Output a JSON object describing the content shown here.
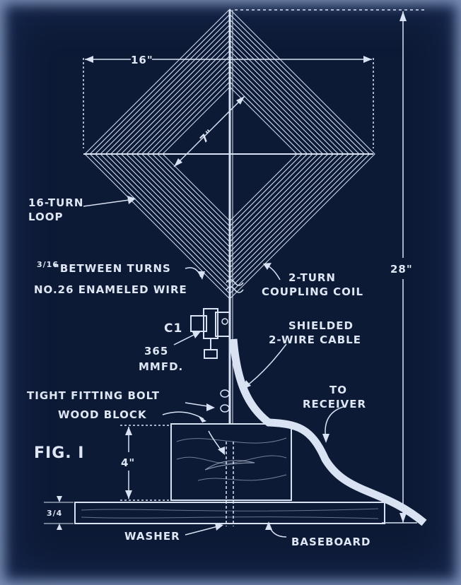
{
  "figure_label": "FIG. I",
  "dimensions": {
    "loop_width": "16\"",
    "inner_width": "7\"",
    "overall_height": "28\"",
    "block_height": "4\"",
    "base_thickness": "3/4"
  },
  "labels": {
    "loop_line1": "16-TURN",
    "loop_line2": "LOOP",
    "spacing_frac": "3/16",
    "spacing_text": "\"BETWEEN TURNS",
    "wire": "NO.26 ENAMELED WIRE",
    "coupling_line1": "2-TURN",
    "coupling_line2": "COUPLING COIL",
    "capacitor": "C1",
    "cap_value_line1": "365",
    "cap_value_line2": "MMFD.",
    "cable_line1": "SHIELDED",
    "cable_line2": "2-WIRE CABLE",
    "bolt": "TIGHT FITTING BOLT",
    "wood_block": "WOOD BLOCK",
    "receiver_line1": "TO",
    "receiver_line2": "RECEIVER",
    "washer": "WASHER",
    "baseboard": "BASEBOARD"
  }
}
